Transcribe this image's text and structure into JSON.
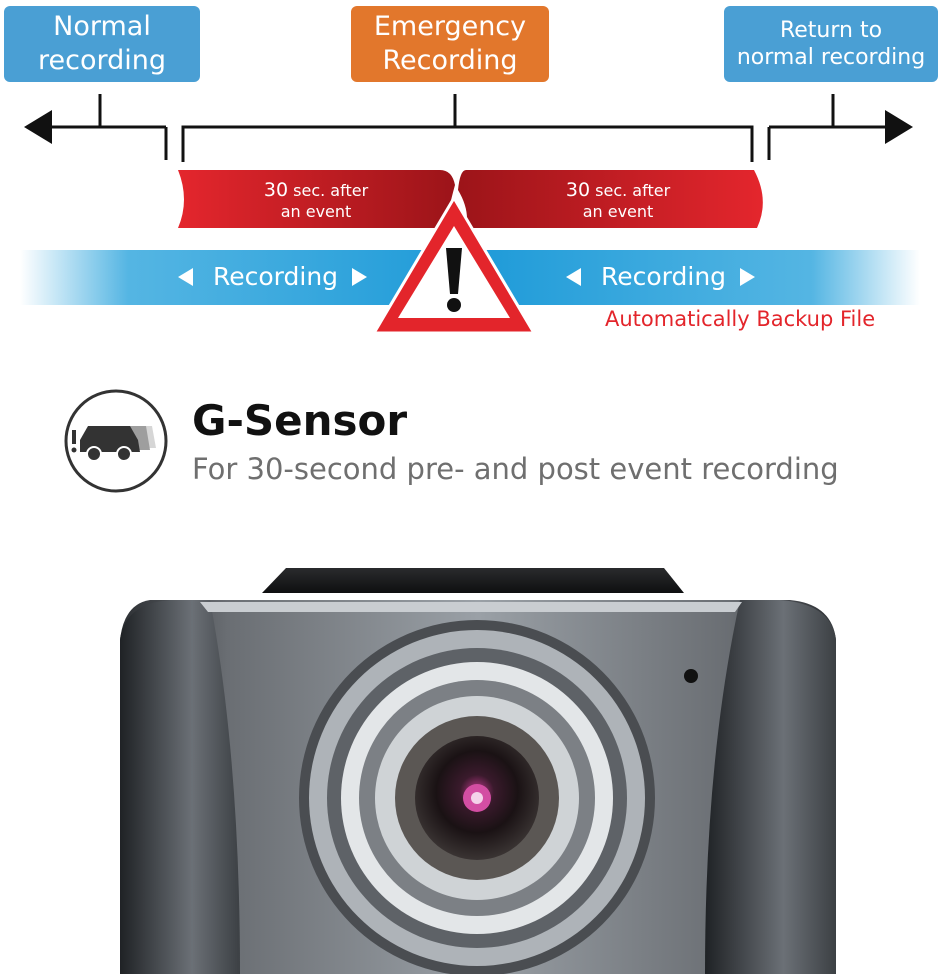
{
  "boxes": {
    "normal_line1": "Normal",
    "normal_line2": "recording",
    "emergency_line1": "Emergency",
    "emergency_line2": "Recording",
    "return_line1": "Return to",
    "return_line2": "normal recording"
  },
  "events": {
    "before_num": "30",
    "before_unit": "sec. after",
    "before_line2": "an event",
    "after_num": "30",
    "after_unit": "sec. after",
    "after_line2": "an event"
  },
  "recording": {
    "left_label": "Recording",
    "right_label": "Recording"
  },
  "backup_label": "Automatically Backup File",
  "feature": {
    "title": "G-Sensor",
    "subtitle": "For 30-second pre- and post event recording",
    "icon": "car-impact-icon"
  },
  "colors": {
    "blue_box": "#4a9fd4",
    "orange_box": "#e2772c",
    "red_banner": "#d81f26",
    "blue_band": "#2aa3dc",
    "backup_text": "#e3252b"
  }
}
